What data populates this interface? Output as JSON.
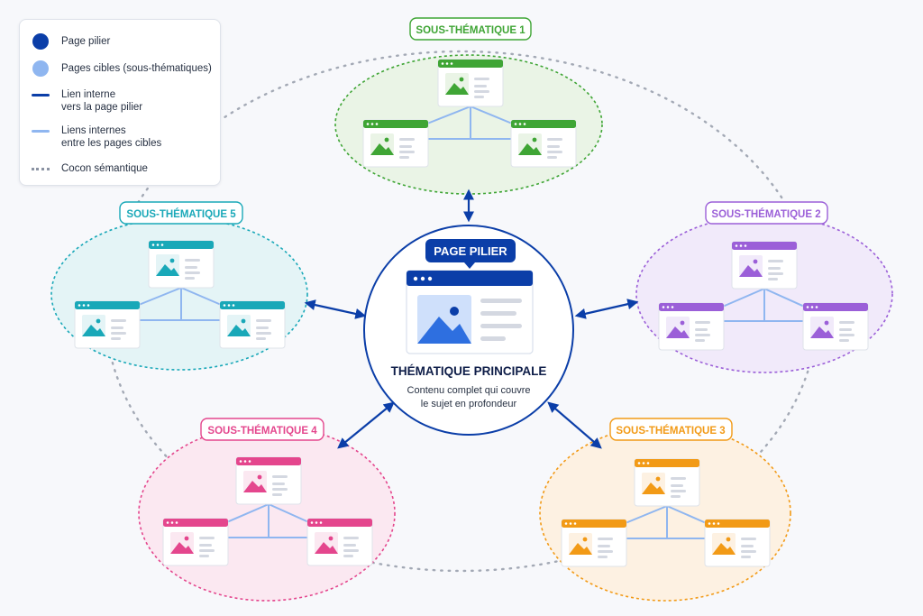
{
  "legend": {
    "items": [
      {
        "key": "pillar",
        "label": "Page pilier",
        "marker": "dot",
        "color": "#0b3ea8"
      },
      {
        "key": "targets",
        "label": "Pages cibles (sous-thématiques)",
        "marker": "dot",
        "color": "#8fb6f0"
      },
      {
        "key": "internal-link",
        "label": "Lien interne\nvers la page pilier",
        "marker": "line",
        "color": "#0b3ea8"
      },
      {
        "key": "cross-links",
        "label": "Liens internes\nentre les pages cibles",
        "marker": "line",
        "color": "#8fb6f0"
      },
      {
        "key": "cocoon",
        "label": "Cocon sémantique",
        "marker": "dotted",
        "color": "#8b93a3"
      }
    ]
  },
  "center": {
    "badge": "PAGE PILIER",
    "title": "THÉMATIQUE PRINCIPALE",
    "description_line1": "Contenu complet qui couvre",
    "description_line2": "le sujet en profondeur",
    "color": "#0b3ea8"
  },
  "clusters": [
    {
      "id": "1",
      "label": "SOUS-THÉMATIQUE 1",
      "color": "#3fa535",
      "light": "#eaf4e6",
      "icon": "webpage-image-icon"
    },
    {
      "id": "2",
      "label": "SOUS-THÉMATIQUE 2",
      "color": "#9b5fd8",
      "light": "#f1eafa",
      "icon": "webpage-image-icon"
    },
    {
      "id": "3",
      "label": "SOUS-THÉMATIQUE 3",
      "color": "#f29a16",
      "light": "#fdf1e2",
      "icon": "webpage-image-icon"
    },
    {
      "id": "4",
      "label": "SOUS-THÉMATIQUE 4",
      "color": "#e4468d",
      "light": "#fbe8f1",
      "icon": "webpage-image-icon"
    },
    {
      "id": "5",
      "label": "SOUS-THÉMATIQUE 5",
      "color": "#19a8b8",
      "light": "#e4f4f6",
      "icon": "webpage-image-icon"
    }
  ]
}
